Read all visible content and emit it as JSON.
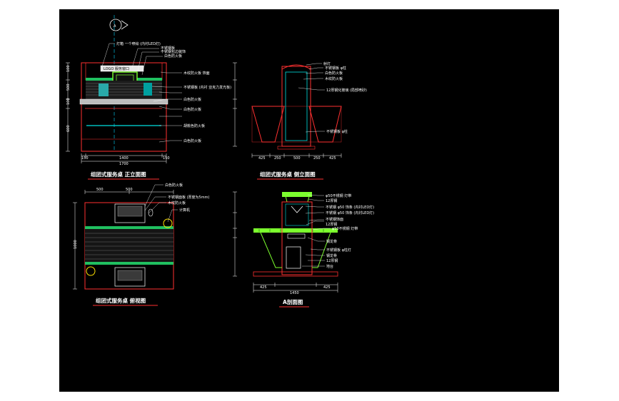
{
  "sheet": {
    "views": [
      {
        "id": "front",
        "title": "组团式服务桌 正立面图"
      },
      {
        "id": "side",
        "title": "组团式服务桌 侧立面图"
      },
      {
        "id": "plan",
        "title": "组团式服务桌 俯视图"
      },
      {
        "id": "section",
        "title": "A剖面图"
      }
    ],
    "section_marker": "A",
    "front": {
      "sign": "LOGO 服务窗口",
      "labels": [
        "灯箱 一个喷绘 (内衬LED灯)",
        "不锈钢板",
        "不锈钢包边装饰",
        "白色防火板",
        "木纹防火板 饰面",
        "不锈钢板 (内衬 亚克力发光板)",
        "白色防火板",
        "白色防火板",
        "胡桃色防火板",
        "白色防火板"
      ],
      "dims_bottom": [
        "150",
        "1400",
        "150",
        "1700"
      ],
      "dims_left": [
        "100",
        "500",
        "100",
        "600"
      ]
    },
    "side": {
      "labels": [
        "射灯",
        "不锈钢板 φ柱",
        "白色防火板",
        "木纹防火板",
        "12厚钢化玻璃 (局部喷砂)",
        "不锈钢板 φ柱"
      ],
      "dims_bottom": [
        "425",
        "250",
        "500",
        "250",
        "425"
      ]
    },
    "plan": {
      "labels": [
        "白色防火板",
        "不锈钢面板 (厚度为5mm)",
        "木纹防火板",
        "计算机"
      ],
      "dims_top": [
        "500",
        "500"
      ],
      "dims_left": [
        "1000"
      ]
    },
    "section": {
      "labels": [
        "φ50不锈钢 灯带",
        "12厚钢",
        "不锈钢 φ50 饰条 (内衬LED灯)",
        "不锈钢 φ50 饰条 (内衬LED灯)",
        "不锈钢饰面",
        "12厚钢",
        "φ50不锈钢 灯带",
        "钢龙骨",
        "不锈钢板 φ柱灯",
        "钢龙骨",
        "12厚钢",
        "地台"
      ],
      "dims_bottom": [
        "425",
        "1450",
        "425"
      ]
    }
  }
}
